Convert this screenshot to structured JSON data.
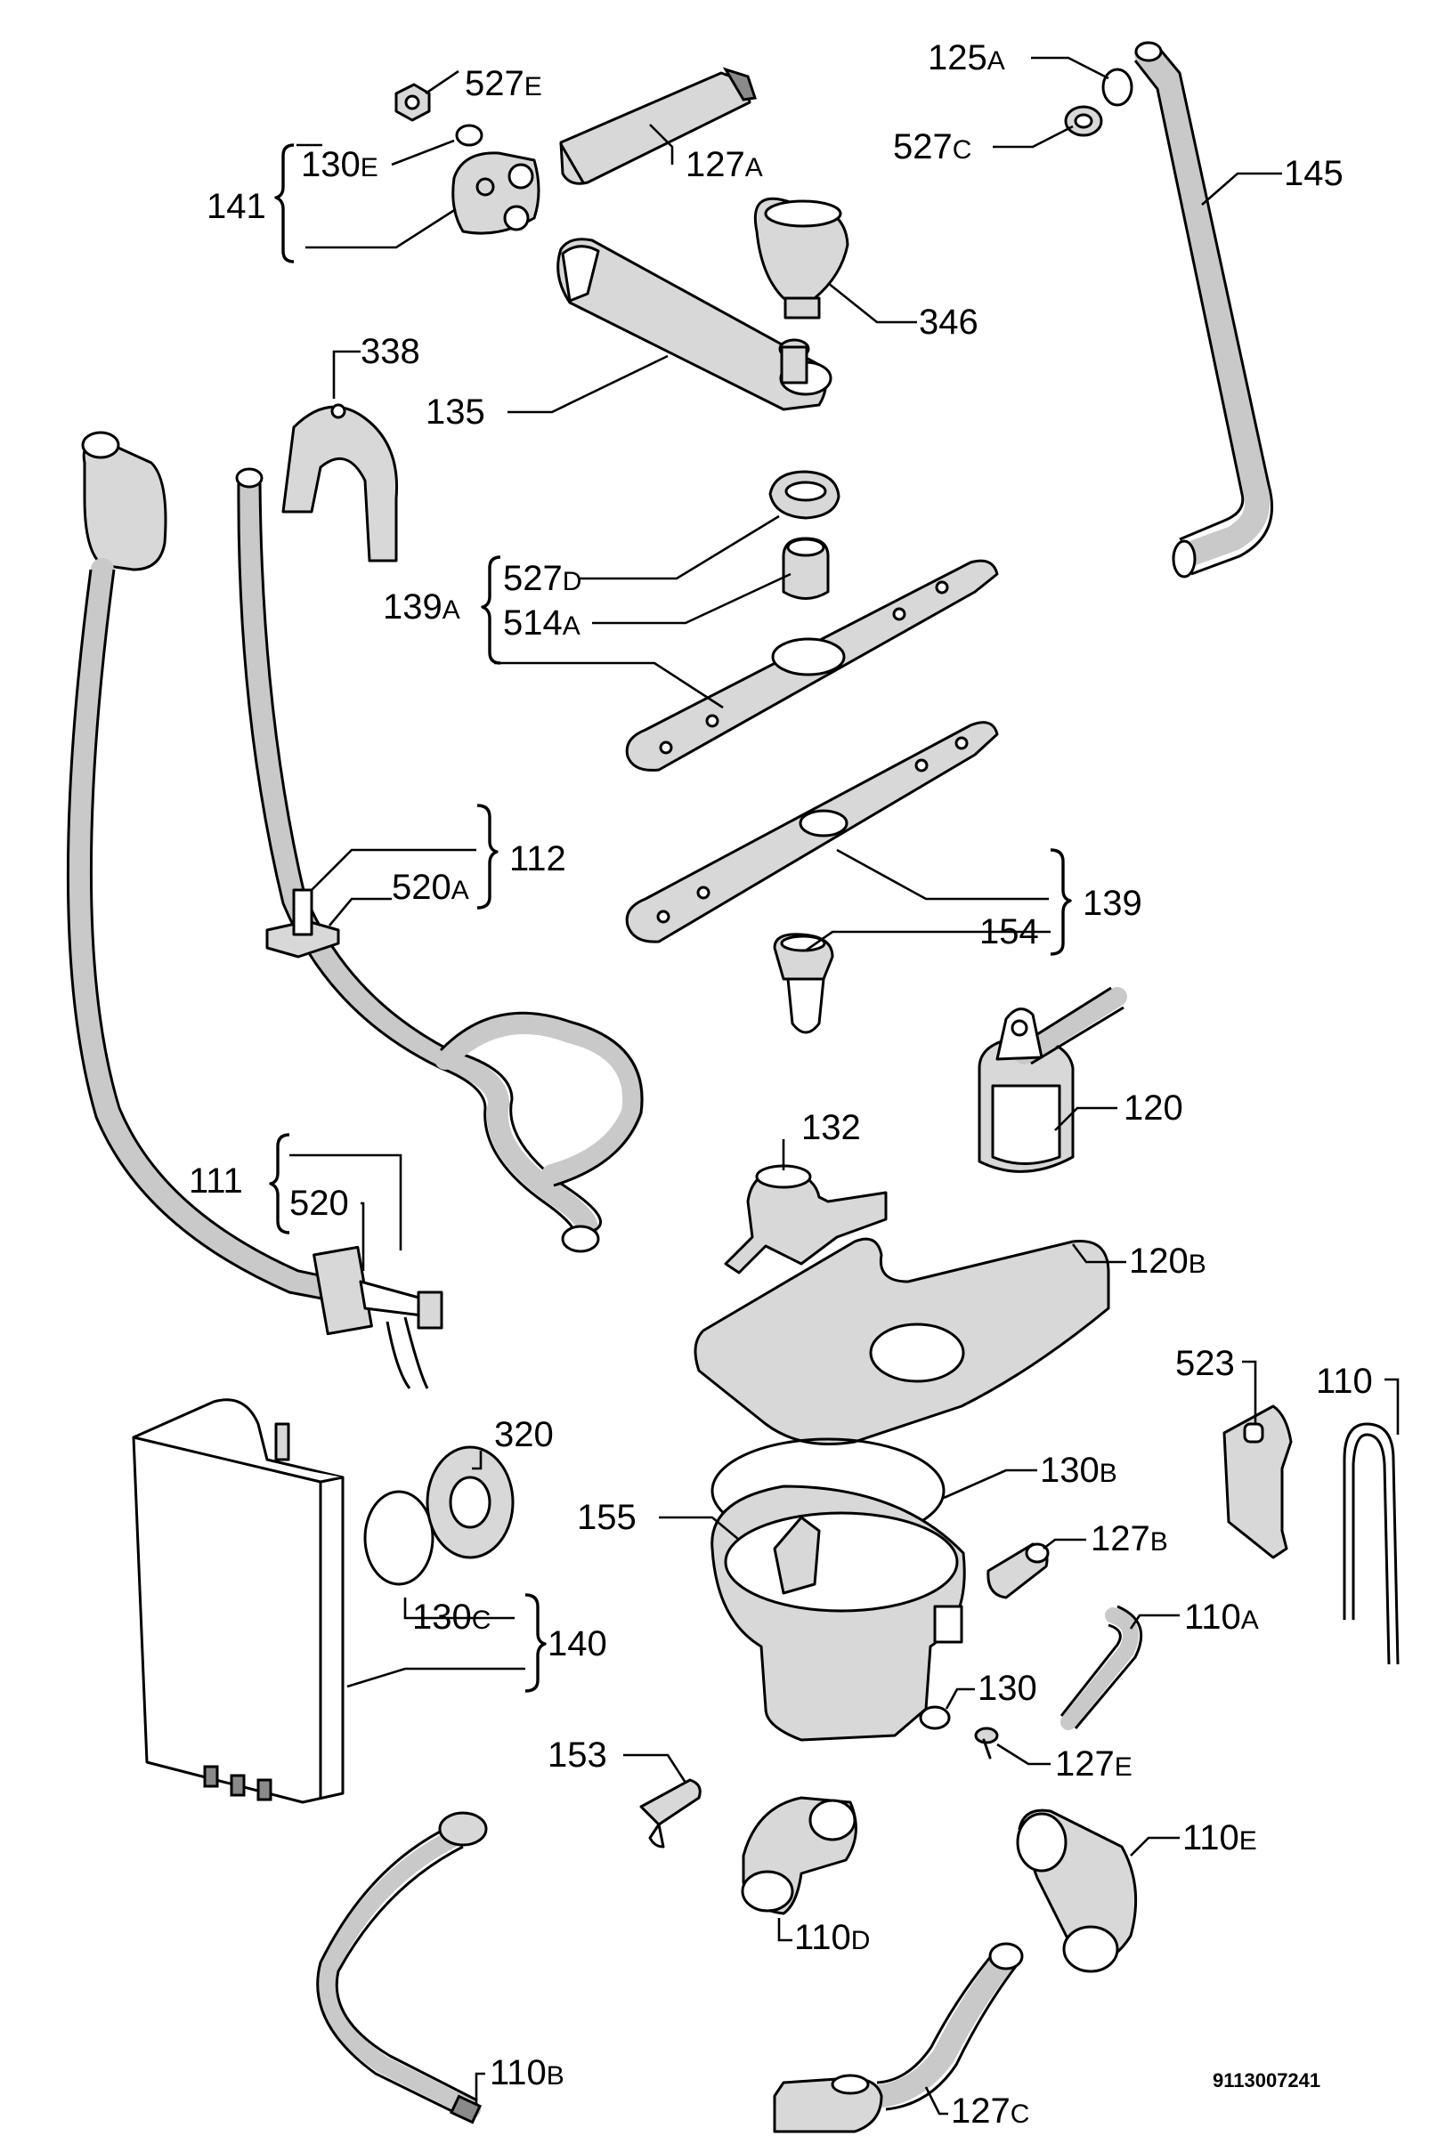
{
  "labels": {
    "l527e": {
      "num": "527",
      "suf": "E"
    },
    "l130e": {
      "num": "130",
      "suf": "E"
    },
    "l141": {
      "num": "141",
      "suf": ""
    },
    "l127a": {
      "num": "127",
      "suf": "A"
    },
    "l125a": {
      "num": "125",
      "suf": "A"
    },
    "l527c": {
      "num": "527",
      "suf": "C"
    },
    "l145": {
      "num": "145",
      "suf": ""
    },
    "l346": {
      "num": "346",
      "suf": ""
    },
    "l338": {
      "num": "338",
      "suf": ""
    },
    "l135": {
      "num": "135",
      "suf": ""
    },
    "l527d": {
      "num": "527",
      "suf": "D"
    },
    "l514a": {
      "num": "514",
      "suf": "A"
    },
    "l139a": {
      "num": "139",
      "suf": "A"
    },
    "l112": {
      "num": "112",
      "suf": ""
    },
    "l520a": {
      "num": "520",
      "suf": "A"
    },
    "l139": {
      "num": "139",
      "suf": ""
    },
    "l154": {
      "num": "154",
      "suf": ""
    },
    "l120": {
      "num": "120",
      "suf": ""
    },
    "l132": {
      "num": "132",
      "suf": ""
    },
    "l111": {
      "num": "111",
      "suf": ""
    },
    "l520": {
      "num": "520",
      "suf": ""
    },
    "l120b": {
      "num": "120",
      "suf": "B"
    },
    "l523": {
      "num": "523",
      "suf": ""
    },
    "l110": {
      "num": "110",
      "suf": ""
    },
    "l320": {
      "num": "320",
      "suf": ""
    },
    "l130b": {
      "num": "130",
      "suf": "B"
    },
    "l155": {
      "num": "155",
      "suf": ""
    },
    "l127b": {
      "num": "127",
      "suf": "B"
    },
    "l130c": {
      "num": "130",
      "suf": "C"
    },
    "l140": {
      "num": "140",
      "suf": ""
    },
    "l110a": {
      "num": "110",
      "suf": "A"
    },
    "l130": {
      "num": "130",
      "suf": ""
    },
    "l127e": {
      "num": "127",
      "suf": "E"
    },
    "l153": {
      "num": "153",
      "suf": ""
    },
    "l110e": {
      "num": "110",
      "suf": "E"
    },
    "l110d": {
      "num": "110",
      "suf": "D"
    },
    "l110b": {
      "num": "110",
      "suf": "B"
    },
    "l127c": {
      "num": "127",
      "suf": "C"
    }
  },
  "drawing_code": "9113007241"
}
